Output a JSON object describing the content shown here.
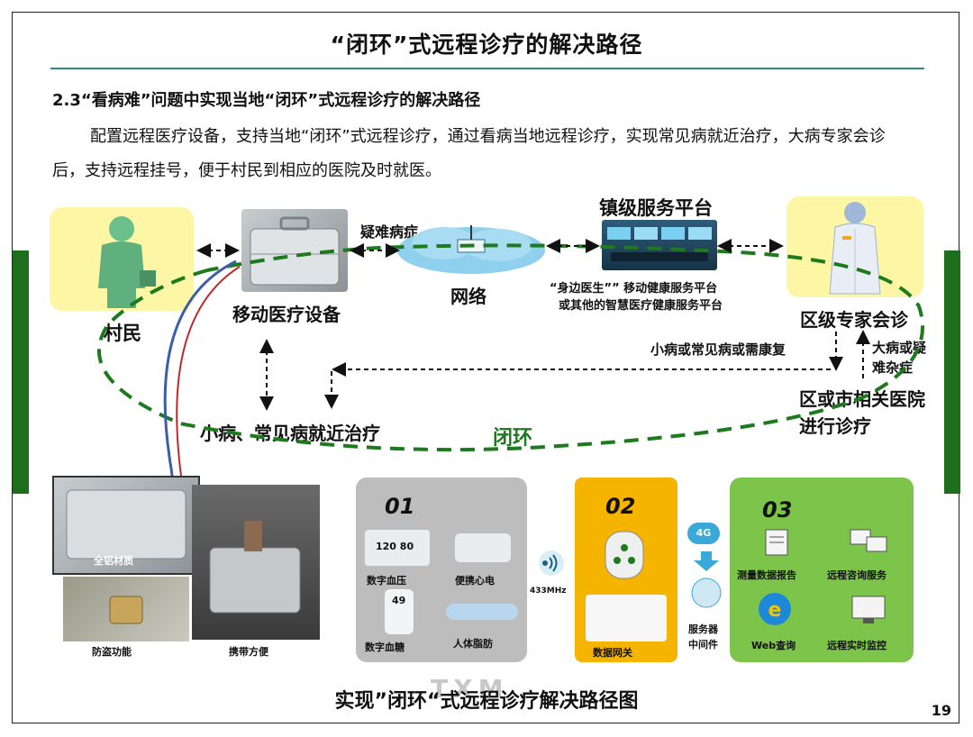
{
  "title": "“闭环”式远程诊疗的解决路径",
  "subheading": "2.3“看病难”问题中实现当地“闭环”式远程诊疗的解决路径",
  "paragraph": "配置远程医疗设备，支持当地“闭环”式远程诊疗，通过看病当地远程诊疗，实现常见病就近治疗，大病专家会诊后，支持远程挂号，便于村民到相应的医院及时就医。",
  "diagram": {
    "villager": "村民",
    "mobile_device": "移动医疗设备",
    "difficult_cases": "疑难病症",
    "network": "网络",
    "town_platform": "镇级服务平台",
    "platform_desc_1": "“身边医生”” 移动健康服务平台",
    "platform_desc_2": "或其他的智慧医疗健康服务平台",
    "expert": "区级专家会诊",
    "minor_or_recovery": "小病或常见病或需康复",
    "major_cases": "大病或疑难杂症",
    "hospital": "区或市相关医院进行诊疗",
    "local_treatment": "小病、常见病就近治疗",
    "closed_loop": "闭环"
  },
  "photos": {
    "aluminum": "全铝材质",
    "antitheft": "防盗功能",
    "portable": "携带方便"
  },
  "panel1": {
    "number": "01",
    "items": [
      "数字血压",
      "便携心电",
      "数字血糖",
      "人体脂肪"
    ],
    "bp_reading": "120 80",
    "glucose_reading": "49",
    "freq": "433MHz"
  },
  "panel2": {
    "number": "02",
    "gateway": "数据网关",
    "net": "4G",
    "server": "服务器",
    "middleware": "中间件"
  },
  "panel3": {
    "number": "03",
    "items": [
      "测量数据报告",
      "远程咨询服务",
      "Web查询",
      "远程实时监控"
    ]
  },
  "caption": "实现”闭环“式远程诊疗解决路径图",
  "watermark": "TXM",
  "page_number": "19",
  "colors": {
    "accent_rule": "#2e8b7e",
    "loop_green": "#1e7a1e",
    "panel_gray": "#bdbdbd",
    "panel_yellow": "#f4b400",
    "panel_green": "#7cc44a"
  }
}
